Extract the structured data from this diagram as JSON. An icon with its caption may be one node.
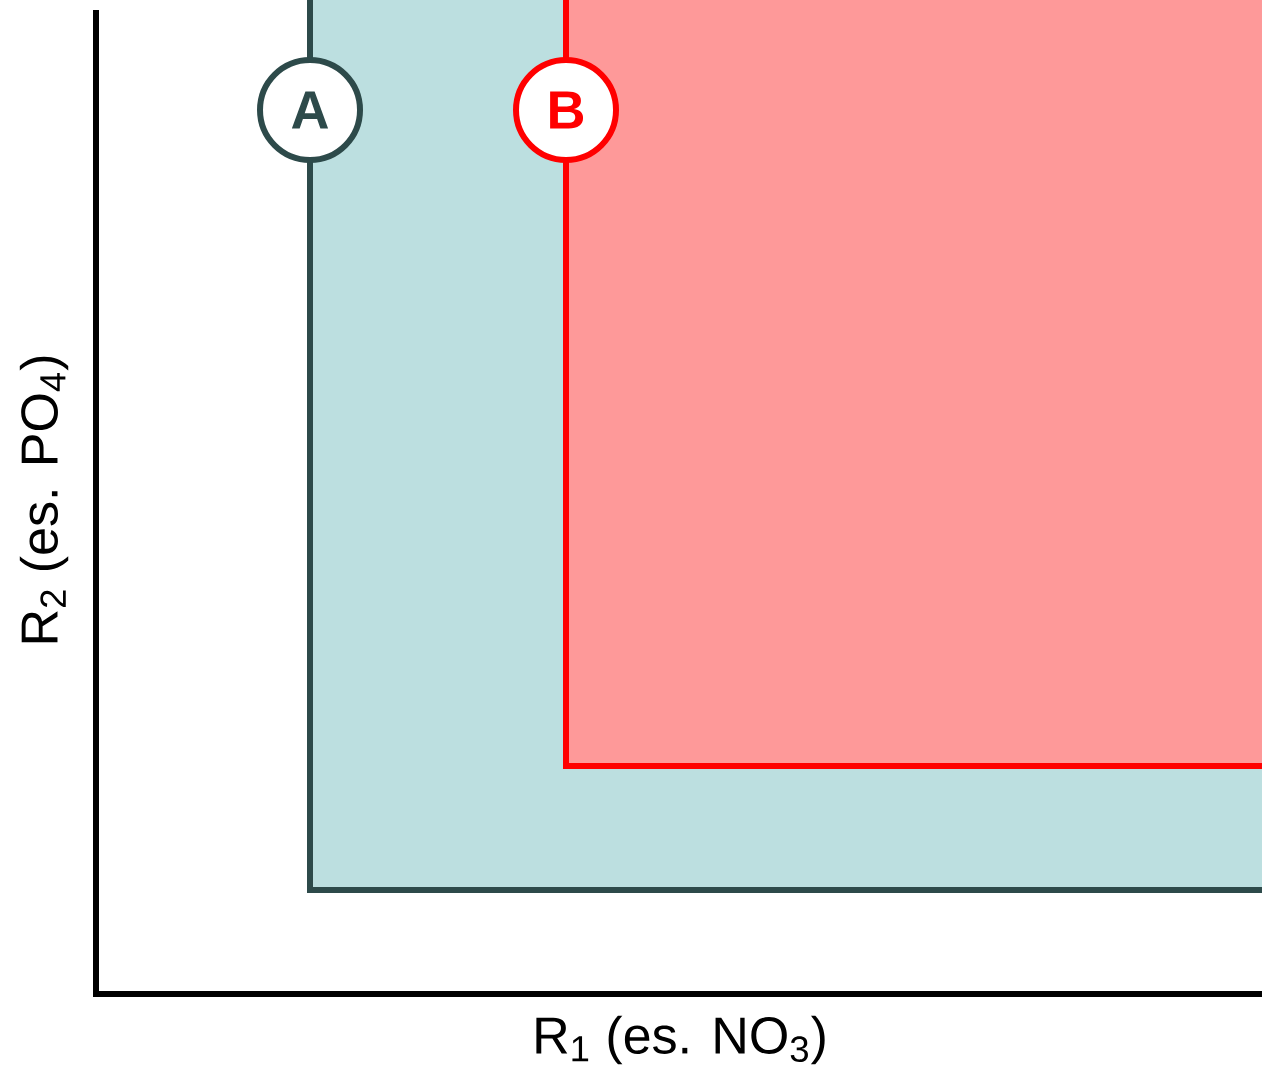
{
  "diagram": {
    "nodes": [
      {
        "text": [
          "A"
        ]
      },
      {
        "text": [
          "B"
        ]
      }
    ],
    "labels": [
      "R$_{1}$ (es. NO$_{3}$)",
      "R$_{2}$ (es. PO$_{4}$)"
    ]
  }
}
